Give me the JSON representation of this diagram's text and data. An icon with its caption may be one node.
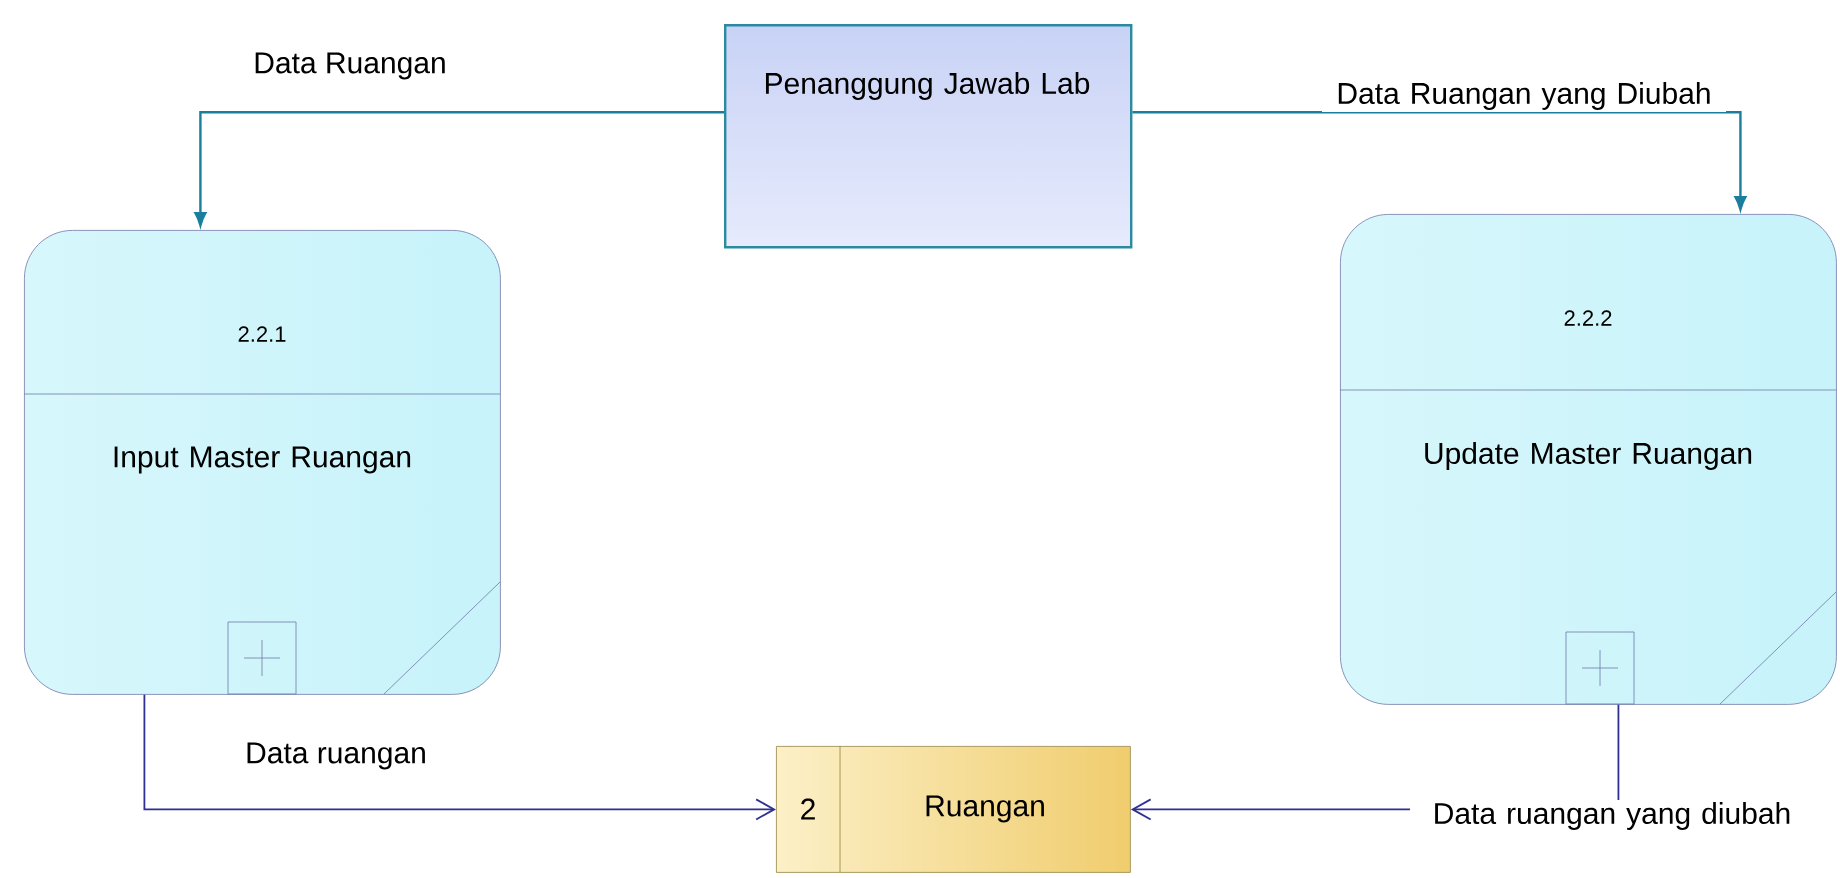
{
  "diagram": {
    "nodes": [
      {
        "text": [
          "Penanggung Jawab Lab"
        ]
      },
      {
        "text": [
          "2.2.1",
          "Input Master Ruangan"
        ]
      },
      {
        "text": [
          "2.2.2",
          "Update Master Ruangan"
        ]
      },
      {
        "text": [
          "2",
          "Ruangan"
        ]
      }
    ],
    "edges": [
      {
        "from": 0,
        "to": 1,
        "arrow": "to",
        "label": "Data Ruangan",
        "color": "#1a7f9c"
      },
      {
        "from": 0,
        "to": 2,
        "arrow": "to",
        "label": "Data Ruangan yang Diubah",
        "color": "#1a7f9c"
      },
      {
        "from": 1,
        "to": 3,
        "arrow": "to",
        "label": "Data ruangan",
        "color": "#2e3192"
      },
      {
        "from": 2,
        "to": 3,
        "arrow": "to",
        "label": "Data ruangan yang diubah",
        "color": "#2e3192"
      }
    ]
  }
}
